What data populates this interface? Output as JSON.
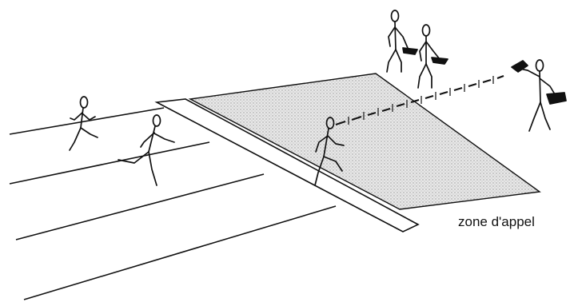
{
  "labels": {
    "zone": "zone d'appel"
  },
  "colors": {
    "ink": "#111111",
    "zone_fill": "#d9d9d9",
    "paper": "#ffffff"
  },
  "figures": {
    "runners": 3,
    "officials": 3
  }
}
